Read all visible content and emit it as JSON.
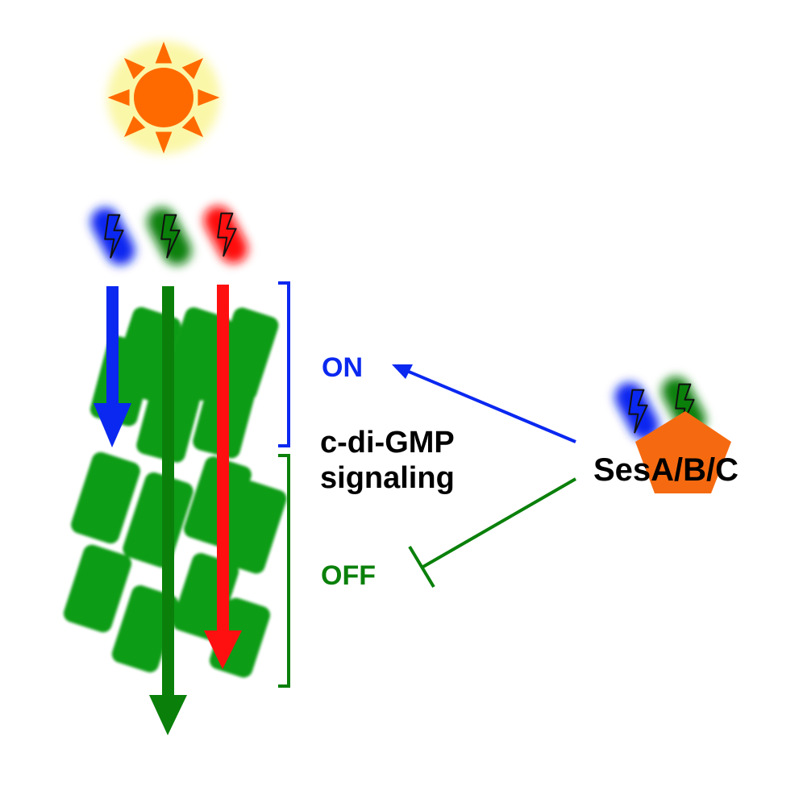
{
  "labels": {
    "on": "ON",
    "off": "OFF",
    "signaling_line1": "c-di-GMP",
    "signaling_line2": "signaling",
    "sensor": "SesA/B/C"
  },
  "colors": {
    "blue_light": "#0a28f0",
    "green_light": "#0a800a",
    "red_light": "#ff1010",
    "cell_green": "#0c9c16",
    "sun_orange": "#ff6a00",
    "sun_glow": "#fbf7a8",
    "sensor_orange": "#f56a10",
    "text_black": "#000000"
  },
  "icons": [
    "sun-icon",
    "lightning-bolt-icon"
  ]
}
